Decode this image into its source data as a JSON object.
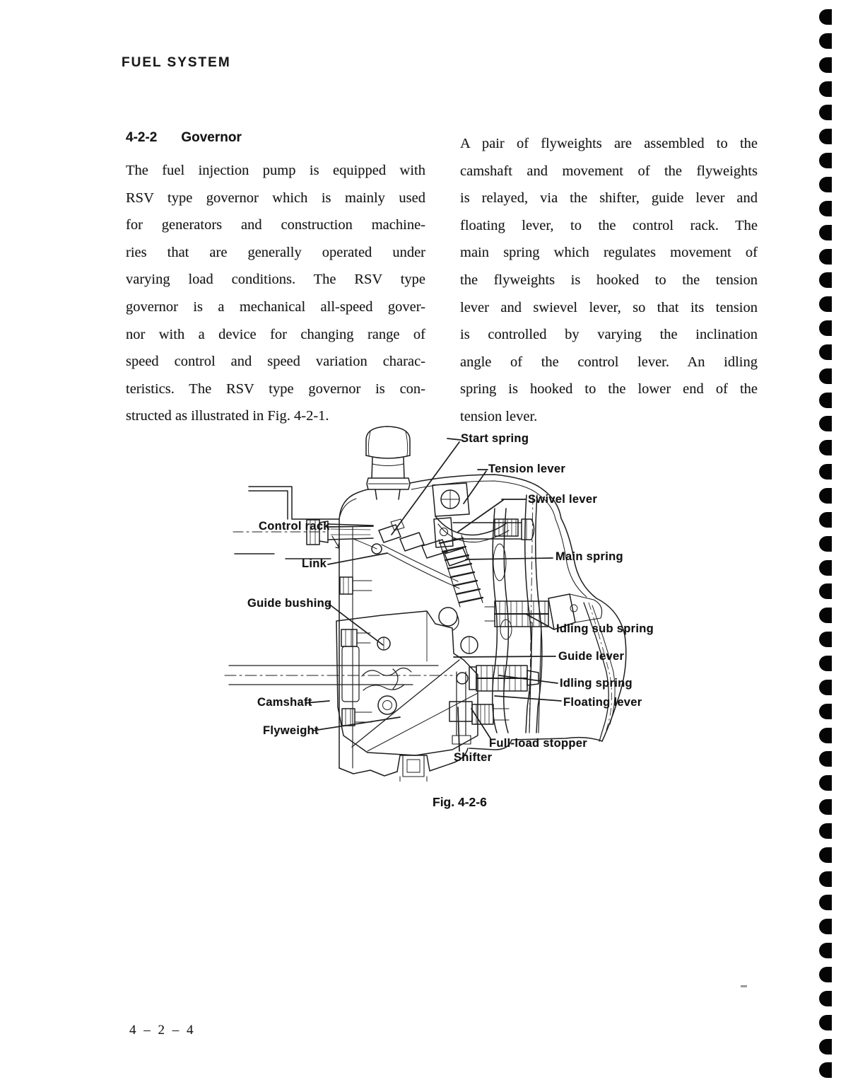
{
  "page": {
    "header": "FUEL SYSTEM",
    "page_number": "4 – 2 – 4"
  },
  "section": {
    "number": "4-2-2",
    "title": "Governor"
  },
  "columns": {
    "left_lines": [
      "The fuel injection pump is equipped with",
      "RSV type governor which is mainly used",
      "for generators and construction machine-",
      "ries that are generally operated under",
      "varying load conditions.  The RSV type",
      "governor is a mechanical all-speed gover-",
      "nor with a device for changing range of",
      "speed control and speed variation charac-",
      "teristics.  The RSV type governor is con-",
      "structed as illustrated in Fig. 4-2-1."
    ],
    "right_lines": [
      "A pair of flyweights are assembled to the",
      "camshaft and movement of the flyweights",
      "is relayed, via the shifter, guide lever and",
      "floating lever, to the control rack.  The",
      "main spring which regulates movement of",
      "the flyweights is hooked to the tension",
      "lever and swievel lever, so that its tension",
      "is controlled by varying the inclination",
      "angle of the control lever.  An idling",
      "spring is hooked to the lower end of the",
      "tension lever."
    ]
  },
  "figure": {
    "caption": "Fig. 4-2-6",
    "labels": [
      {
        "id": "start-spring",
        "text": "Start spring"
      },
      {
        "id": "tension-lever",
        "text": "Tension lever"
      },
      {
        "id": "swivel-lever",
        "text": "Swivel lever"
      },
      {
        "id": "control-rack",
        "text": "Control rack"
      },
      {
        "id": "link",
        "text": "Link"
      },
      {
        "id": "main-spring",
        "text": "Main spring"
      },
      {
        "id": "guide-bushing",
        "text": "Guide bushing"
      },
      {
        "id": "idling-sub-spring",
        "text": "Idling sub spring"
      },
      {
        "id": "guide-lever",
        "text": "Guide lever"
      },
      {
        "id": "idling-spring",
        "text": "Idling spring"
      },
      {
        "id": "floating-lever",
        "text": "Floating lever"
      },
      {
        "id": "camshaft",
        "text": "Camshaft"
      },
      {
        "id": "flyweight",
        "text": "Flyweight"
      },
      {
        "id": "full-load-stopper",
        "text": "Full-load stopper"
      },
      {
        "id": "shifter",
        "text": "Shifter"
      }
    ]
  },
  "binding_marks": {
    "count": 45,
    "color": "#050505"
  },
  "ink_color": "#1a1a1a"
}
